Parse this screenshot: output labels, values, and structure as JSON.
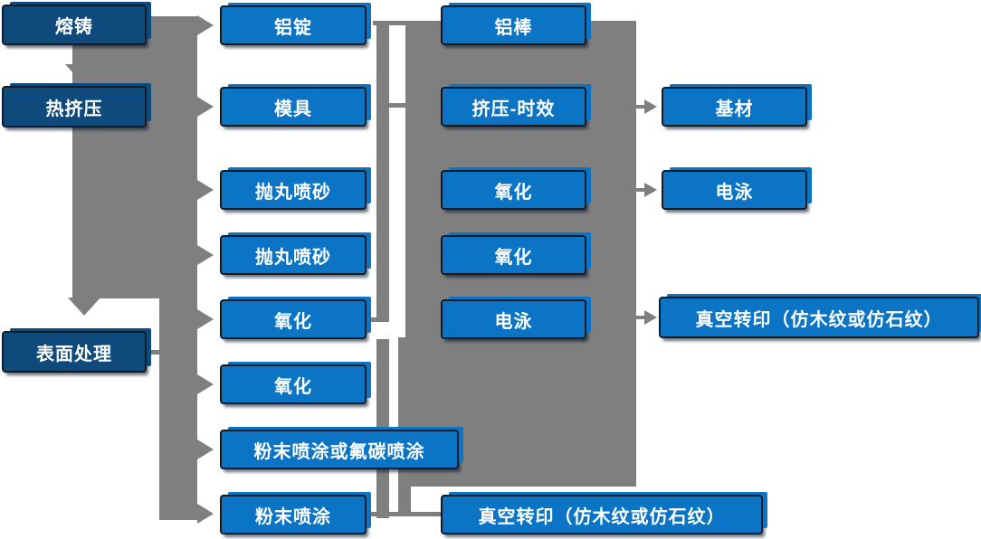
{
  "colors": {
    "process_blue": "#0b74c4",
    "stage_dark_blue": "#0f4a7c",
    "connector_gray": "#7f7f7f",
    "node_border": "#101c2a",
    "node_text": "#ffffff",
    "background": "#ffffff"
  },
  "flowchart": {
    "stage_column": [
      {
        "label": "熔铸"
      },
      {
        "label": "热挤压"
      },
      {
        "label": "表面处理"
      }
    ],
    "process_column": [
      {
        "label": "铝锭"
      },
      {
        "label": "模具"
      },
      {
        "label": "抛丸喷砂"
      },
      {
        "label": "抛丸喷砂"
      },
      {
        "label": "氧化"
      },
      {
        "label": "氧化"
      },
      {
        "label": "粉末喷涂或氟碳喷涂"
      },
      {
        "label": "粉末喷涂"
      }
    ],
    "intermediate_column": [
      {
        "label": "铝棒"
      },
      {
        "label": "挤压-时效"
      },
      {
        "label": "氧化"
      },
      {
        "label": "氧化"
      },
      {
        "label": "电泳"
      },
      {
        "label": "真空转印（仿木纹或仿石纹）"
      }
    ],
    "output_column": [
      {
        "label": "基材"
      },
      {
        "label": "电泳"
      },
      {
        "label": "真空转印（仿木纹或仿石纹）"
      }
    ]
  }
}
